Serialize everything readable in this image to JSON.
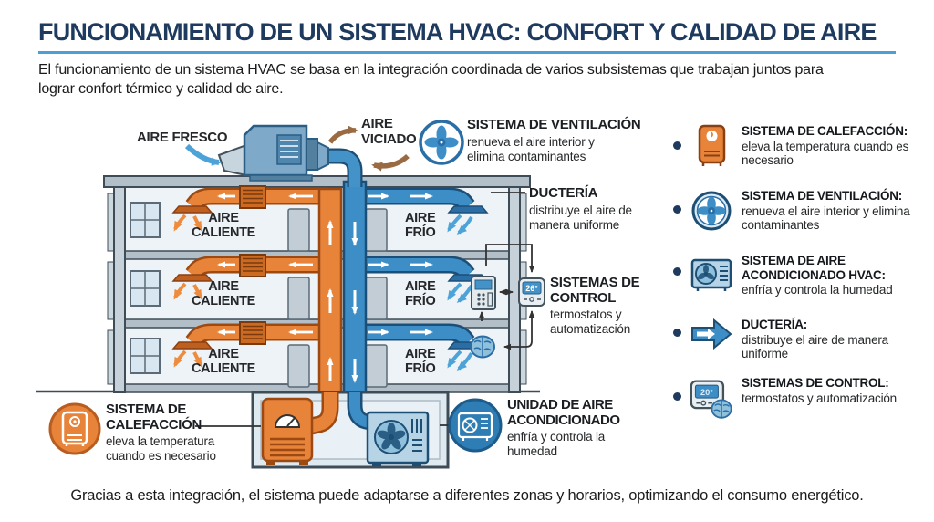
{
  "header": {
    "title": "FUNCIONAMIENTO DE UN SISTEMA HVAC: CONFORT Y CALIDAD DE AIRE",
    "subtitle": "El funcionamiento de un sistema HVAC se basa en la integración coordinada de varios subsistemas que trabajan juntos para lograr confort térmico y calidad de aire."
  },
  "diagram": {
    "fresh_air_label": "AIRE FRESCO",
    "stale_air_label": "AIRE VICIADO",
    "hot_air_label": "AIRE CALIENTE",
    "cold_air_label": "AIRE FRÍO",
    "thermostat_reading": "26°",
    "callouts": {
      "ventilation": {
        "title": "SISTEMA DE VENTILACIÓN",
        "desc": "renueva el aire interior y elimina contaminantes"
      },
      "ducting": {
        "title": "DUCTERÍA",
        "desc": "distribuye el aire de manera uniforme"
      },
      "control": {
        "title": "SISTEMAS DE CONTROL",
        "desc": "termostatos y automatización"
      },
      "heating": {
        "title": "SISTEMA DE CALEFACCIÓN",
        "desc": "eleva la temperatura cuando es necesario"
      },
      "ac_unit": {
        "title": "UNIDAD DE AIRE ACONDICIONADO",
        "desc": "enfría y controla la humedad"
      }
    }
  },
  "sidebar": {
    "items": [
      {
        "icon": "heater-icon",
        "title": "SISTEMA DE CALEFACCIÓN:",
        "desc": "eleva la temperatura cuando es necesario"
      },
      {
        "icon": "fan-icon",
        "title": "SISTEMA DE VENTILACIÓN:",
        "desc": "renueva el aire interior y elimina contaminantes"
      },
      {
        "icon": "ac-unit-icon",
        "title": "SISTEMA DE AIRE ACONDICIONADO HVAC:",
        "desc": "enfría y controla la humedad"
      },
      {
        "icon": "duct-arrow-icon",
        "title": "DUCTERÍA:",
        "desc": "distribuye el aire de manera uniforme"
      },
      {
        "icon": "control-icon",
        "title": "SISTEMAS DE CONTROL:",
        "desc": "termostatos y automatización"
      }
    ],
    "thermostat_reading": "20°"
  },
  "footer": {
    "text": "Gracias a esta integración, el sistema puede adaptarse a diferentes zonas y horarios, optimizando el consumo energético."
  },
  "colors": {
    "navy": "#1e3a5e",
    "accent_blue": "#4a9fd4",
    "duct_orange": "#e8833a",
    "duct_blue": "#3d8ec6",
    "brown_arrow": "#9a6b42"
  }
}
